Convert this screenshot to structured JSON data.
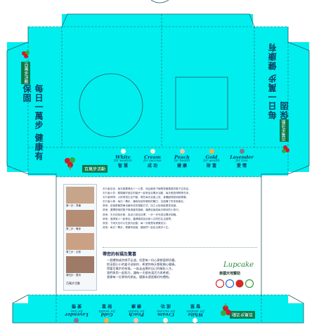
{
  "top_slogan": "每日一萬步 健康有保固",
  "top_badge": "百萬步活動",
  "side_badge": "百萬步活動",
  "varieties": [
    {
      "en": "White",
      "sub": "for wisdom",
      "cn_small": "智慧",
      "zh": "智 慧",
      "dot": "#ffffff"
    },
    {
      "en": "Cream",
      "sub": "for success",
      "cn_small": "成功",
      "zh": "成 功",
      "dot": "#f2ecd6"
    },
    {
      "en": "Peach",
      "sub": "for health",
      "cn_small": "健康",
      "zh": "健 康",
      "dot": "#f1c2b0"
    },
    {
      "en": "Gold",
      "sub": "for wealth",
      "cn_small": "財富",
      "zh": "財 富",
      "dot": "#f1b04a"
    },
    {
      "en": "Lavender",
      "sub": "for love",
      "cn_small": "愛情",
      "zh": "愛 情",
      "dot": "#7a7a8c"
    }
  ],
  "story_lines": [
    "天行者佳佳：每天都要健走十一公里，而且腳底下總是穿著喜愛的鞋子往前走。",
    "天行者小芳：跟隨著好朋友的腳步一起參加百萬步活動，每天都覺得精神充沛。",
    "天行者阿明：以前常常久坐不動，現在每天走路上班，身體變得越來越健康。",
    "天行者小美：每日一萬步，讓我找回年輕時的體力，也認識了許多新朋友。",
    "其他：走路是最簡單也最有效的運動方式，持之以恆就能看見改變。",
    "其他：選擇舒適的鞋子與適當的路線，讓健走變成每天期待的小旅行。",
    "其他：天天記錄步數，為自己設定目標，一步一步完成百萬步挑戰。",
    "其他：邀請家人一起參加，讓健康成為全家人共同的生活習慣。",
    "其他：下雨天也可以在室內走動，每一步都是為健康加分。",
    "其他：每日一萬步，健康有保固，讓我們一起走出美好人生。"
  ],
  "instructions_title": "帶您的祝福及驚喜",
  "instructions": [
    "一個禮物或許微不足道，但是每一份心意都值得珍藏。",
    "把這個小小的盒子送給你，希望你每天都能開心健康。",
    "帶著百萬步的祝福，一起走出屬於自己的精彩人生。",
    "我們與您一起努力，讓每一天都充滿活力與希望。",
    "感謝每一位參與的朋友，健康永遠是最好的禮物。"
  ],
  "photo_captions": [
    "第一步：準備",
    "第二步：暖身",
    "第三步：出發",
    "第四步：堅持"
  ],
  "photo_footer": "百萬步活動",
  "brand_logo": "Lupcake",
  "brand_name": "泰國天地贊助",
  "colors": {
    "panel": "#00eeee",
    "badge": "#0a7a4a",
    "text": "#0b3d5c"
  }
}
